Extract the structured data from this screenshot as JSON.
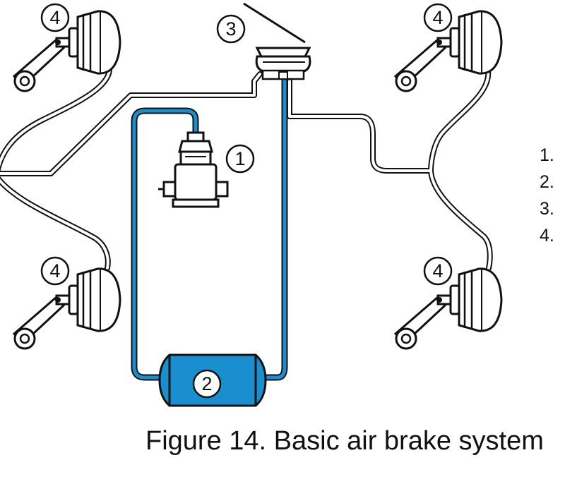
{
  "diagram": {
    "callouts": {
      "compressor": "1",
      "reservoir": "2",
      "brake_valve": "3",
      "chamber_top_left": "4",
      "chamber_top_right": "4",
      "chamber_bottom_left": "4",
      "chamber_bottom_right": "4"
    },
    "legend": [
      "1.",
      "2.",
      "3.",
      "4."
    ],
    "colors": {
      "supply_line": "#1a8fcf",
      "reservoir_fill": "#1a8fcf",
      "outline": "#111111"
    }
  },
  "caption": "Figure 14. Basic air brake system"
}
